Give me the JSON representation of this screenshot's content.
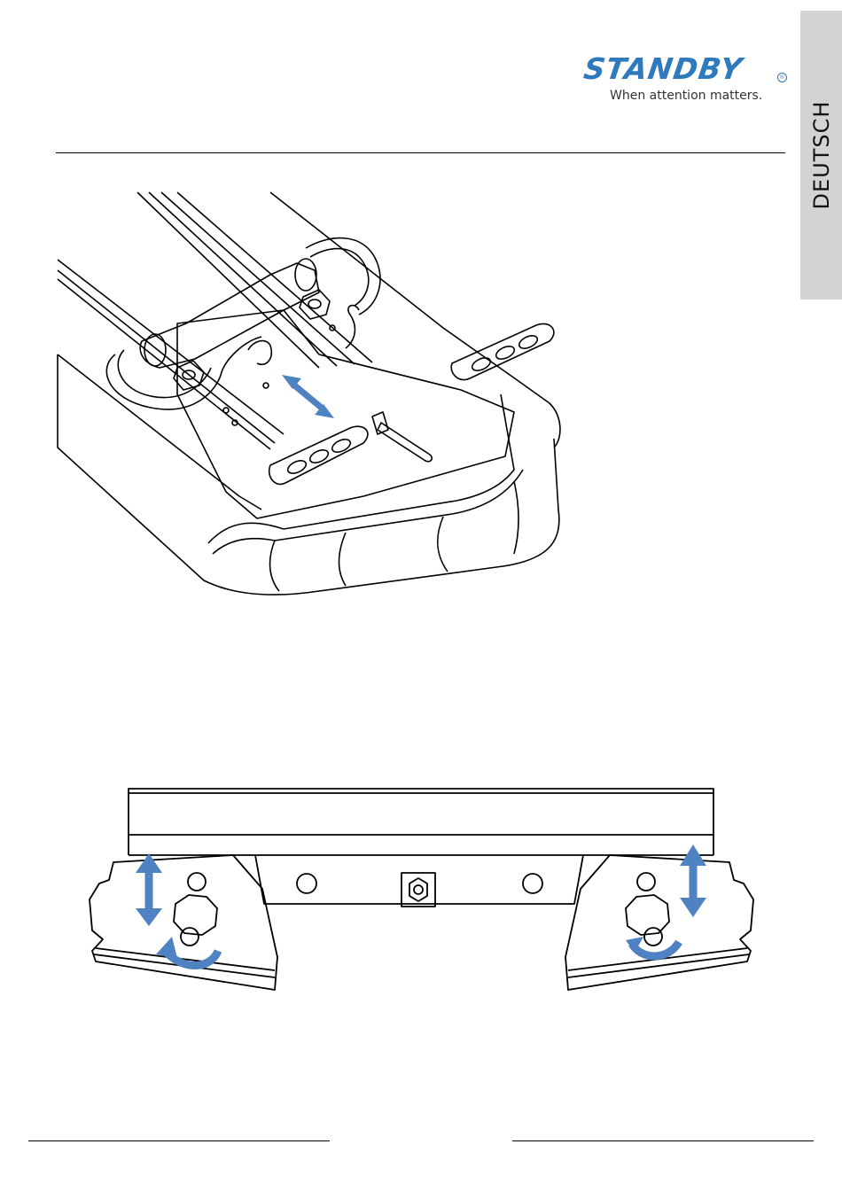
{
  "sidebar": {
    "language_label": "DEUTSCH",
    "color": "#d3d3d3"
  },
  "header": {
    "brand": "STANDBY",
    "registered_mark": "®",
    "slogan": "When attention matters.",
    "brand_color": "#2f79bd"
  },
  "figures": {
    "arrow_color": "#4f82c2",
    "top_figure_icon": "mounting-bracket-isometric-drawing",
    "bottom_figure_icon": "bracket-side-view-drawing"
  }
}
